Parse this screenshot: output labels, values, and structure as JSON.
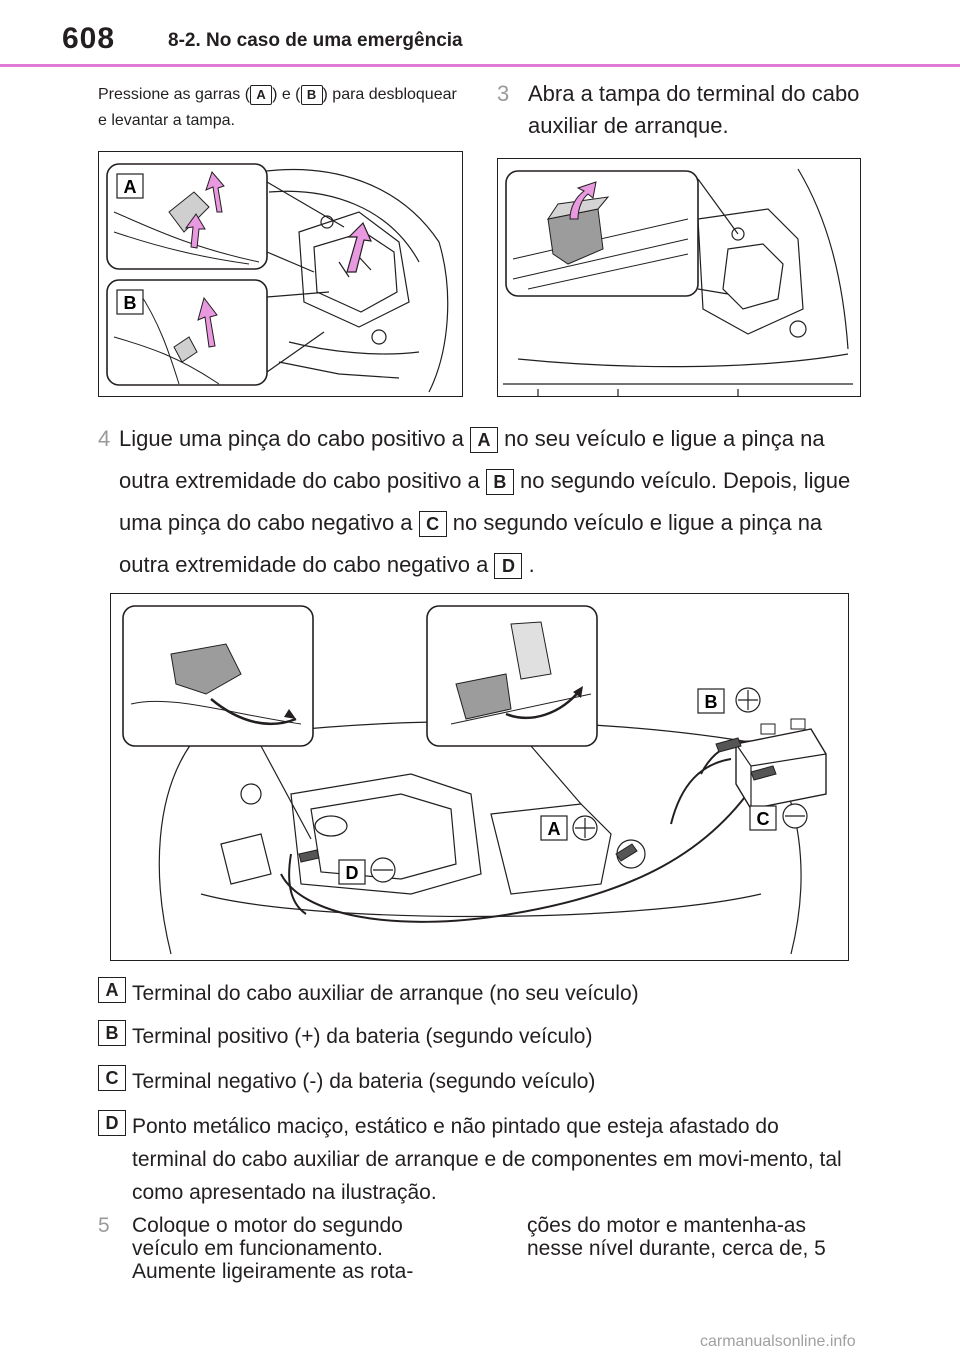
{
  "header": {
    "page_number": "608",
    "section": "8-2. No caso de uma emergência"
  },
  "intro": {
    "part1": "Pressione as garras (",
    "label_a": "A",
    "part2": ") e (",
    "label_b": "B",
    "part3": ") para desbloquear e levantar a tampa."
  },
  "step3": {
    "number": "3",
    "text": "Abra a tampa do terminal do cabo auxiliar de arranque."
  },
  "figure1": {
    "label_a": "A",
    "label_b": "B"
  },
  "step4": {
    "number": "4",
    "p1": "Ligue uma pinça do cabo positivo a ",
    "a": "A",
    "p2": " no seu veículo e ligue a pinça na outra extremidade do cabo positivo a ",
    "b": "B",
    "p3": " no segundo veículo. Depois, ligue uma pinça do cabo negativo a ",
    "c": "C",
    "p4": " no segundo veículo e ligue a pinça na outra extremidade do cabo negativo a ",
    "d": "D",
    "p5": " ."
  },
  "figure3": {
    "label_a": "A",
    "label_b": "B",
    "label_c": "C",
    "label_d": "D"
  },
  "legend": [
    {
      "label": "A",
      "text": "Terminal do cabo auxiliar de arranque (no seu veículo)"
    },
    {
      "label": "B",
      "text": "Terminal positivo (+) da bateria (segundo veículo)"
    },
    {
      "label": "C",
      "text": "Terminal negativo (-) da bateria (segundo veículo)"
    },
    {
      "label": "D",
      "text": "Ponto metálico maciço, estático e não pintado que esteja afastado do terminal do cabo auxiliar de arranque e de componentes em movi-mento, tal como apresentado na ilustração."
    }
  ],
  "step5": {
    "number": "5",
    "col1": "Coloque o motor do segundo veículo em funcionamento. Aumente ligeiramente as rota-",
    "col2": "ções do motor e mantenha-as nesse nível durante, cerca de, 5"
  },
  "watermark": "carmanualsonline.info"
}
